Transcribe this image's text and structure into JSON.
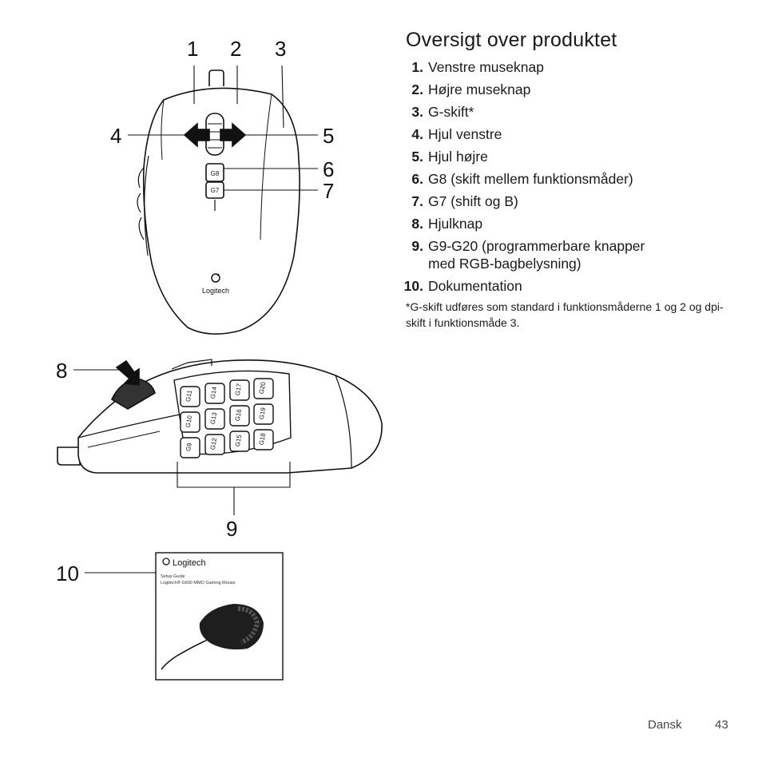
{
  "heading": "Oversigt over produktet",
  "items": [
    {
      "num": "1.",
      "text": "Venstre museknap"
    },
    {
      "num": "2.",
      "text": "Højre museknap"
    },
    {
      "num": "3.",
      "text": "G-skift*"
    },
    {
      "num": "4.",
      "text": "Hjul venstre"
    },
    {
      "num": "5.",
      "text": "Hjul højre"
    },
    {
      "num": "6.",
      "text": "G8 (skift mellem funktionsmåder)"
    },
    {
      "num": "7.",
      "text": "G7 (shift og B)"
    },
    {
      "num": "8.",
      "text": "Hjulknap"
    },
    {
      "num": "9.",
      "text": "G9-G20 (programmerbare knapper",
      "text2": "med RGB-bagbelysning)"
    },
    {
      "num": "10.",
      "text": "Dokumentation"
    }
  ],
  "note": "*G-skift udføres som standard i funktionsmåderne 1 og 2 og dpi-skift i funktionsmåde 3.",
  "callouts": {
    "c1": "1",
    "c2": "2",
    "c3": "3",
    "c4": "4",
    "c5": "5",
    "c6": "6",
    "c7": "7",
    "c8": "8",
    "c9": "9",
    "c10": "10"
  },
  "mouse_top": {
    "logo": "Logitech",
    "g8": "G8",
    "g7": "G7"
  },
  "side_buttons": [
    "G11",
    "G14",
    "G17",
    "G20",
    "G10",
    "G13",
    "G16",
    "G19",
    "G9",
    "G12",
    "G15",
    "G18"
  ],
  "guide": {
    "logo": "Logitech",
    "line1": "Setup Guide",
    "line2": "Logitech® G600 MMO Gaming Mouse"
  },
  "footer": {
    "language": "Dansk",
    "page": "43"
  }
}
